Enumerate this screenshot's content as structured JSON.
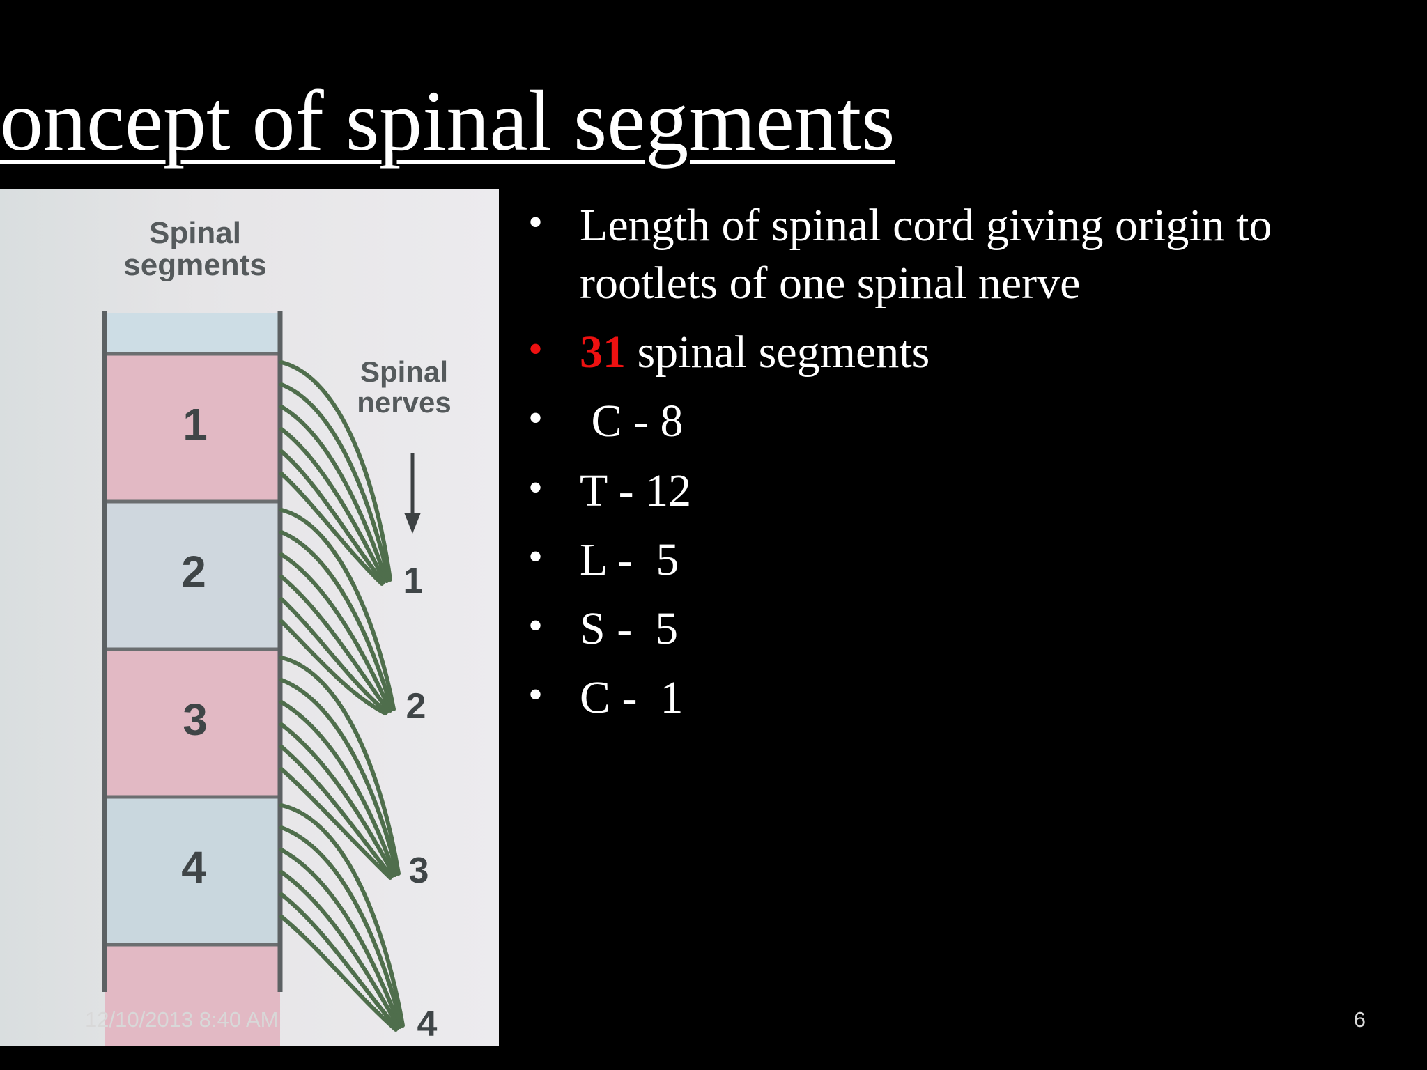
{
  "slide": {
    "title": "oncept of spinal segments",
    "figure": {
      "segments_label": "Spinal segments",
      "nerves_label": "Spinal nerves",
      "segment_numbers": [
        "1",
        "2",
        "3",
        "4"
      ],
      "nerve_numbers": [
        "1",
        "2",
        "3",
        "4"
      ],
      "colors": {
        "pink": "#e2b9c4",
        "blue": "#c9d7de",
        "nerve": "#4f6e4c"
      }
    },
    "bullets": [
      {
        "text": "Length of spinal cord giving origin to rootlets of one spinal nerve"
      },
      {
        "highlight": "31",
        "text": " spinal segments",
        "color": "#ee1111"
      },
      {
        "text": " C - 8"
      },
      {
        "text": "T - 12"
      },
      {
        "text": "L -  5"
      },
      {
        "text": "S -  5"
      },
      {
        "text": "C -  1"
      }
    ],
    "footer": {
      "date": "12/10/2013 8:40 AM",
      "page": "6"
    }
  }
}
